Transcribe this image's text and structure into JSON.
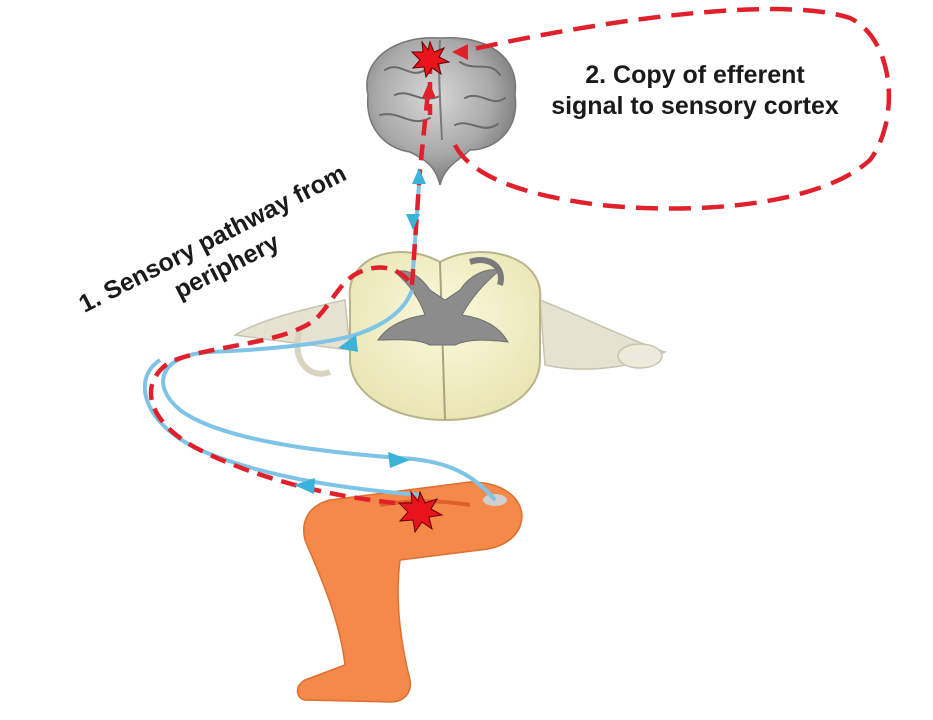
{
  "labels": {
    "copy_signal_line1": "2. Copy of efferent",
    "copy_signal_line2": "signal to sensory cortex",
    "sensory_pathway_line1": "1. Sensory pathway from",
    "sensory_pathway_line2": "periphery"
  },
  "colors": {
    "background": "#ffffff",
    "efferent_dash": "#e0202a",
    "afferent_path": "#7ec4e6",
    "arrowhead": "#3bb3d9",
    "leg": "#f5894a",
    "spinal_white_matter": "#f2efc4",
    "spinal_gray_matter": "#8c8c8c",
    "brain": "#a9a9a9",
    "nerve_root": "#e6e2d2",
    "pain_star": "#e8131b"
  },
  "icons": {
    "brain": "brain-icon",
    "spinal_cord": "spinal-cord-cross-section-icon",
    "leg": "leg-icon",
    "pain": "pain-burst-icon"
  }
}
